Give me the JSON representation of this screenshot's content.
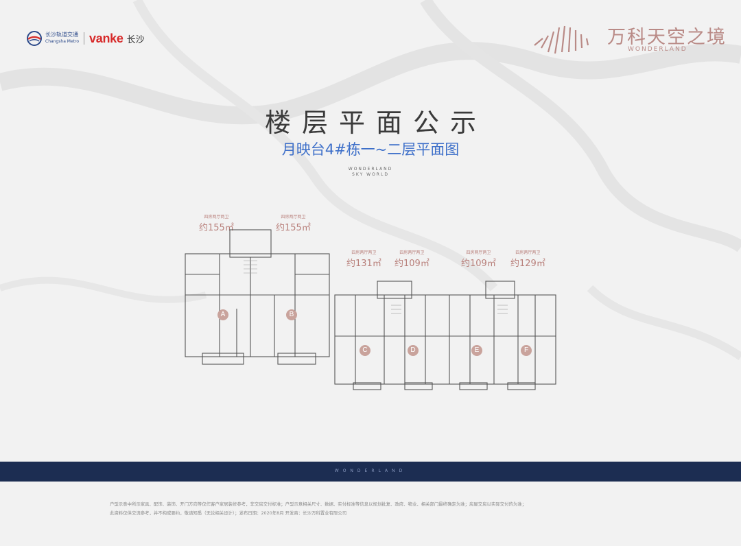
{
  "header": {
    "metro_cn": "长沙轨道交通",
    "metro_en": "Changsha Metro",
    "vanke": "vanke",
    "city": "长沙",
    "project_name": "万科天空之境",
    "project_en": "WONDERLAND"
  },
  "title": "楼层平面公示",
  "subtitle": "月映台4#栋一~二层平面图",
  "wonderland_small": "WONDERLAND",
  "wonderland_small_sub": "SKY WORLD",
  "units": [
    {
      "type": "四房两厅两卫",
      "area": "约155㎡"
    },
    {
      "type": "四房两厅两卫",
      "area": "约155㎡"
    },
    {
      "type": "四房两厅两卫",
      "area": "约131㎡"
    },
    {
      "type": "四房两厅两卫",
      "area": "约109㎡"
    },
    {
      "type": "四房两厅两卫",
      "area": "约109㎡"
    },
    {
      "type": "四房两厅两卫",
      "area": "约129㎡"
    }
  ],
  "unit_markers": [
    "A",
    "B",
    "C",
    "D",
    "E",
    "F"
  ],
  "band_text": "WONDERLAND",
  "disclaimer": [
    "户型示意中所示家具、配饰、装饰、开门方向等仅作客户家居装修参考，非交房交付标准；户型示意相关尺寸、数据、实付标准等信息以规划批复、政府、物业、相关部门最终确定为准；房屋交房以实际交付的为准；",
    "此资料仅供交流参考，并不构成要约，敬请知悉（无论相关设计）；发布日期：2020年8月 开发商：长沙万科置业有限公司"
  ],
  "colors": {
    "band": "#1c2d52",
    "accent_blue": "#3d6fc9",
    "accent_rose": "#b87f7a",
    "vanke_red": "#d72a2a"
  }
}
